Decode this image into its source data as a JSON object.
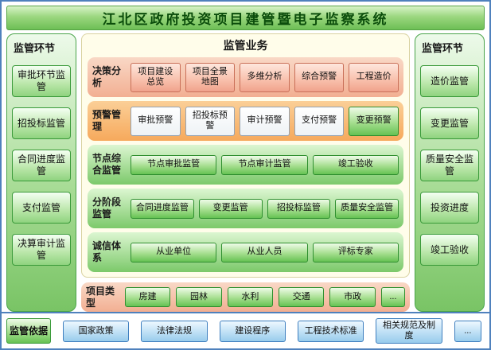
{
  "title": "江北区政府投资项目建管暨电子监察系统",
  "left_panel": {
    "header": "监管环节",
    "items": [
      "审批环节监管",
      "招投标监管",
      "合同进度监管",
      "支付监管",
      "决算审计监管"
    ]
  },
  "right_panel": {
    "header": "监管环节",
    "items": [
      "造价监管",
      "变更监管",
      "质量安全监管",
      "投资进度",
      "竣工验收"
    ]
  },
  "center": {
    "header": "监管业务",
    "rows": [
      {
        "label": "决策分析",
        "items": [
          "项目建设总览",
          "项目全景地图",
          "多维分析",
          "综合预警",
          "工程造价"
        ]
      },
      {
        "label": "预警管理",
        "items": [
          "审批预警",
          "招投标预警",
          "审计预警",
          "支付预警",
          "变更预警"
        ]
      },
      {
        "label": "节点综合监管",
        "items": [
          "节点审批监管",
          "节点审计监管",
          "竣工验收"
        ]
      },
      {
        "label": "分阶段监管",
        "items": [
          "合同进度监管",
          "变更监管",
          "招投标监管",
          "质量安全监管"
        ]
      },
      {
        "label": "诚信体系",
        "items": [
          "从业单位",
          "从业人员",
          "评标专家"
        ]
      }
    ]
  },
  "project_types": {
    "label": "项目类型",
    "items": [
      "房建",
      "园林",
      "水利",
      "交通",
      "市政",
      "..."
    ]
  },
  "footer": {
    "label": "监管依据",
    "items": [
      "国家政策",
      "法律法规",
      "建设程序",
      "工程技术标准",
      "相关规范及制度",
      "..."
    ]
  }
}
